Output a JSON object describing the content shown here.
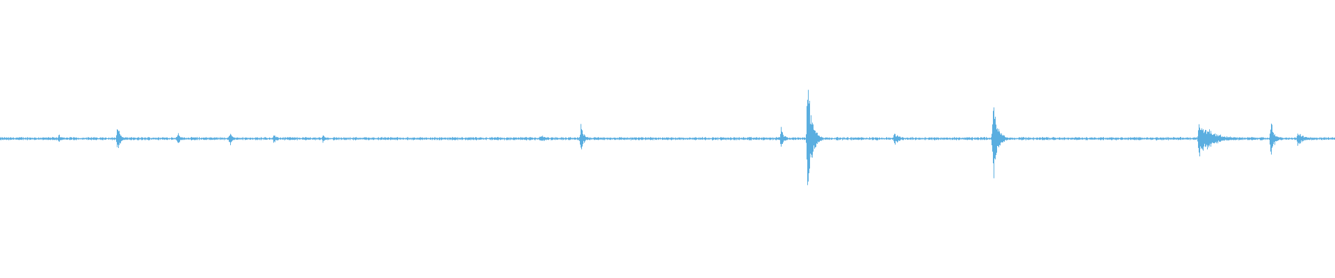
{
  "waveform": {
    "color": "#5aaee0",
    "background": "#ffffff",
    "baseline_amplitude": 0.005,
    "events": [
      {
        "position": 0.044,
        "amplitude": 0.02,
        "decay": 0.002
      },
      {
        "position": 0.088,
        "amplitude": 0.06,
        "decay": 0.002
      },
      {
        "position": 0.133,
        "amplitude": 0.03,
        "decay": 0.002
      },
      {
        "position": 0.172,
        "amplitude": 0.03,
        "decay": 0.002
      },
      {
        "position": 0.205,
        "amplitude": 0.02,
        "decay": 0.002
      },
      {
        "position": 0.242,
        "amplitude": 0.02,
        "decay": 0.002
      },
      {
        "position": 0.405,
        "amplitude": 0.02,
        "decay": 0.003
      },
      {
        "position": 0.435,
        "amplitude": 0.06,
        "decay": 0.002
      },
      {
        "position": 0.585,
        "amplitude": 0.05,
        "decay": 0.002
      },
      {
        "position": 0.605,
        "amplitude": 0.28,
        "decay": 0.003
      },
      {
        "position": 0.67,
        "amplitude": 0.03,
        "decay": 0.003
      },
      {
        "position": 0.744,
        "amplitude": 0.2,
        "decay": 0.003
      },
      {
        "position": 0.898,
        "amplitude": 0.08,
        "decay": 0.01
      },
      {
        "position": 0.952,
        "amplitude": 0.07,
        "decay": 0.003
      },
      {
        "position": 0.972,
        "amplitude": 0.03,
        "decay": 0.004
      }
    ]
  }
}
